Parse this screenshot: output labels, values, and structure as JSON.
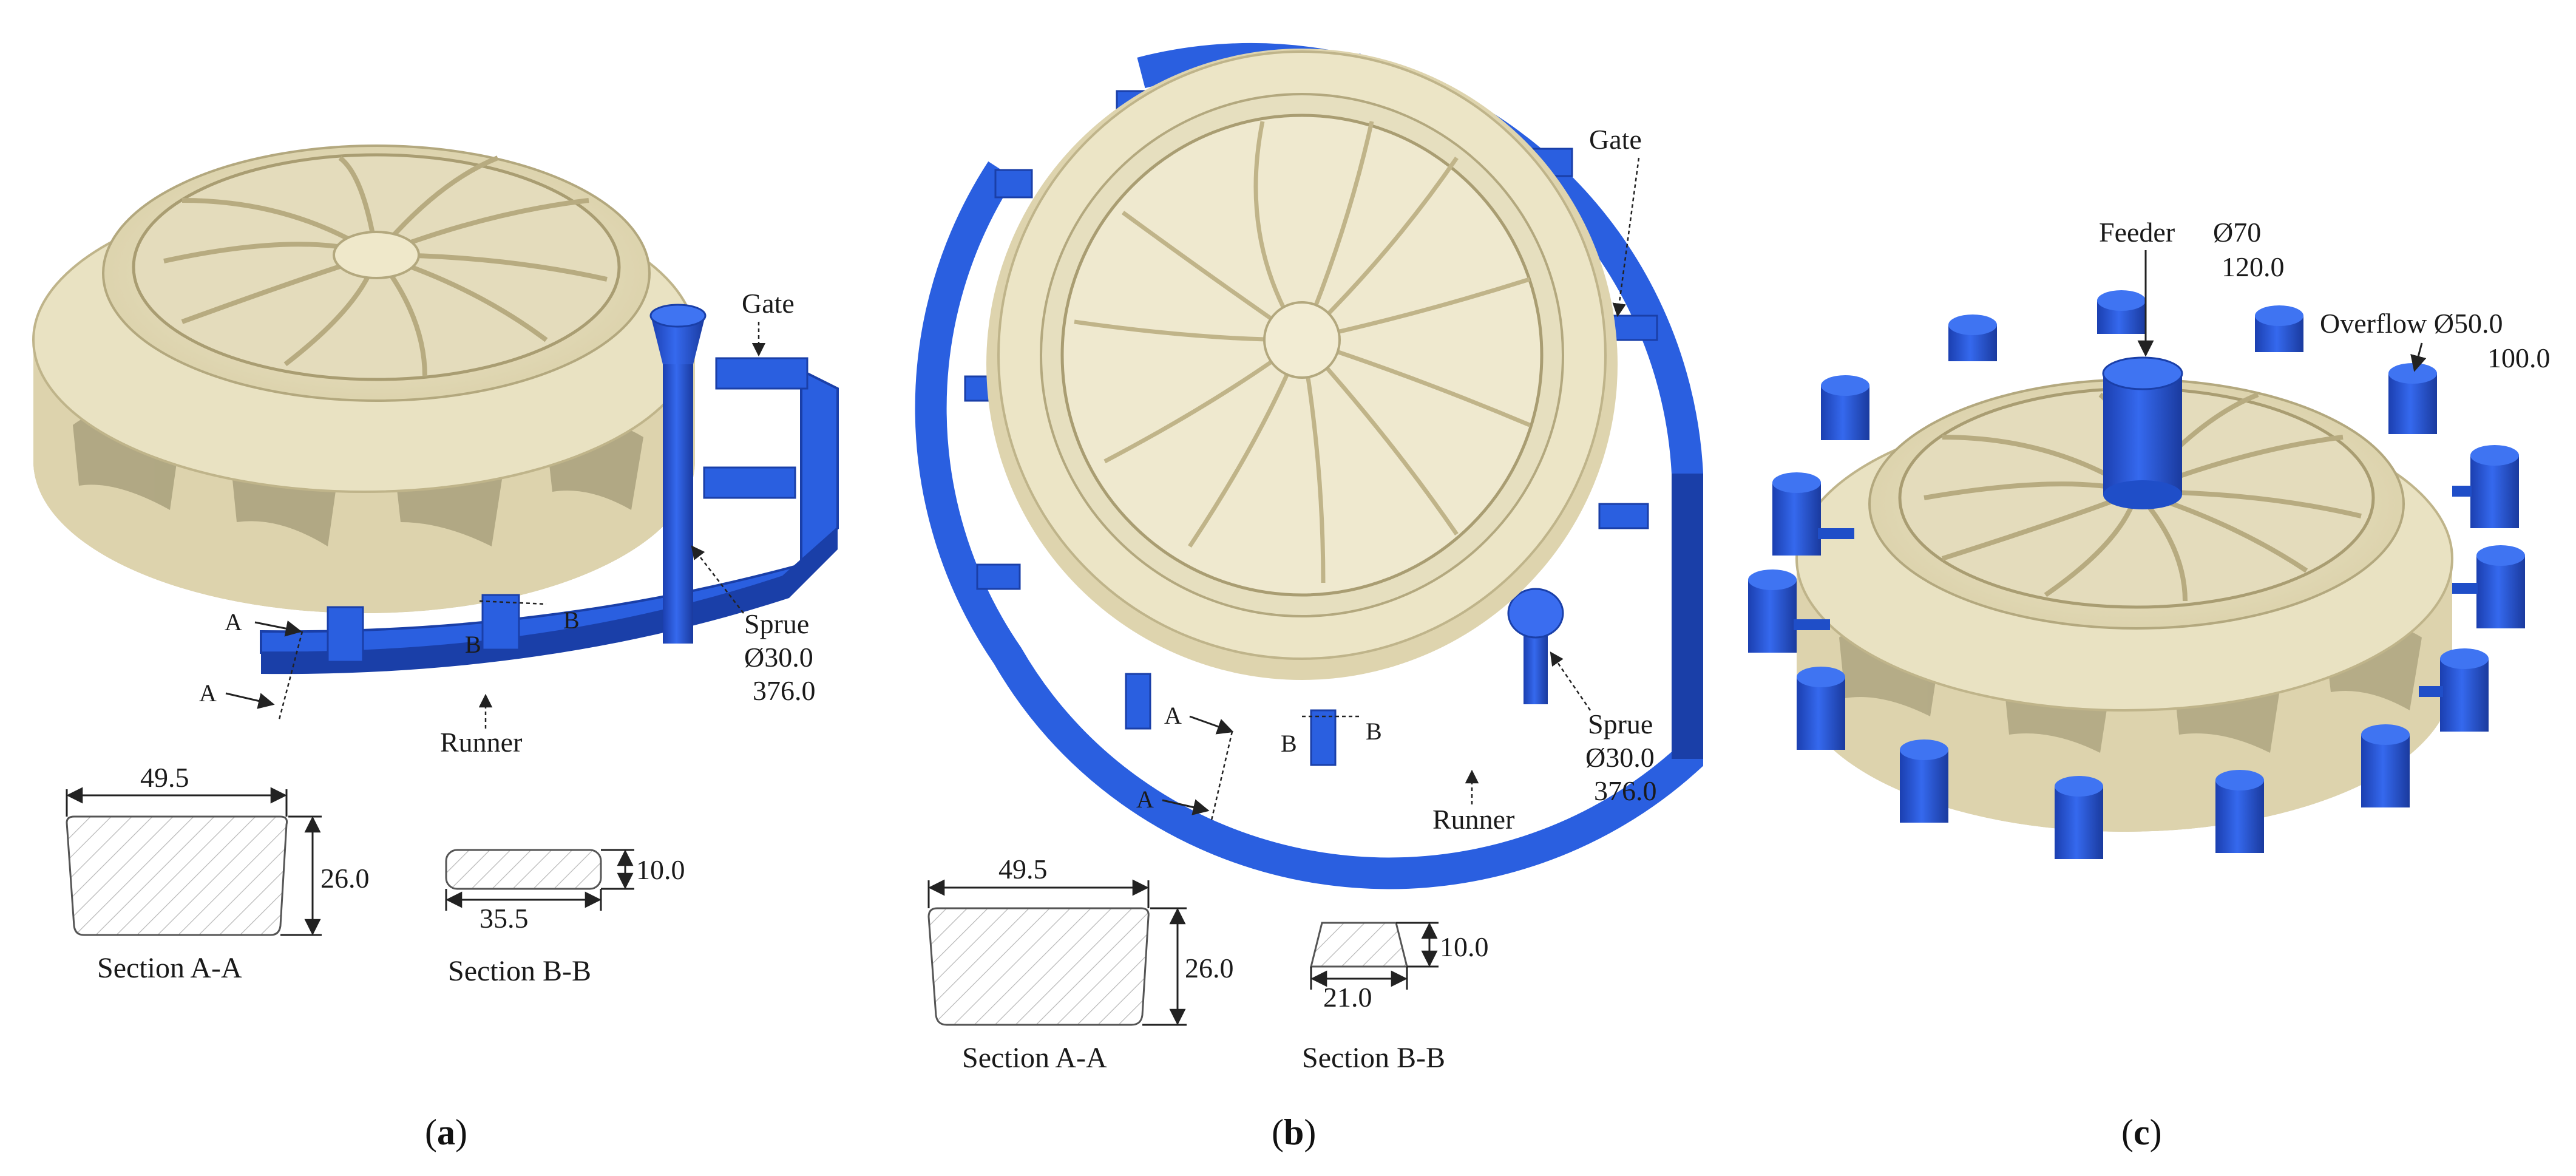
{
  "panels": {
    "a": {
      "caption": "a",
      "labels": {
        "gate": "Gate",
        "sprue": "Sprue",
        "sprue_dia": "Ø30.0",
        "sprue_len": "376.0",
        "runner": "Runner",
        "a_top": "A",
        "a_bottom": "A",
        "b_left": "B",
        "b_right": "B"
      },
      "section_aa": {
        "title": "Section A-A",
        "width": "49.5",
        "height": "26.0"
      },
      "section_bb": {
        "title": "Section B-B",
        "width": "35.5",
        "height": "10.0"
      }
    },
    "b": {
      "caption": "b",
      "labels": {
        "gate": "Gate",
        "sprue": "Sprue",
        "sprue_dia": "Ø30.0",
        "sprue_len": "376.0",
        "runner": "Runner",
        "a_top": "A",
        "a_bottom": "A",
        "b_left": "B",
        "b_right": "B"
      },
      "section_aa": {
        "title": "Section A-A",
        "width": "49.5",
        "height": "26.0"
      },
      "section_bb": {
        "title": "Section B-B",
        "width": "21.0",
        "height": "10.0"
      }
    },
    "c": {
      "caption": "c",
      "labels": {
        "feeder": "Feeder",
        "feeder_dia": "Ø70",
        "feeder_len": "120.0",
        "overflow": "Overflow Ø50.0",
        "overflow_len": "100.0"
      }
    }
  },
  "colors": {
    "casting": "#ede6c6",
    "casting_shade": "#cdc29a",
    "casting_dark": "#a99d72",
    "gating": "#2a5fe0",
    "gating_dark": "#1a3fa8"
  }
}
